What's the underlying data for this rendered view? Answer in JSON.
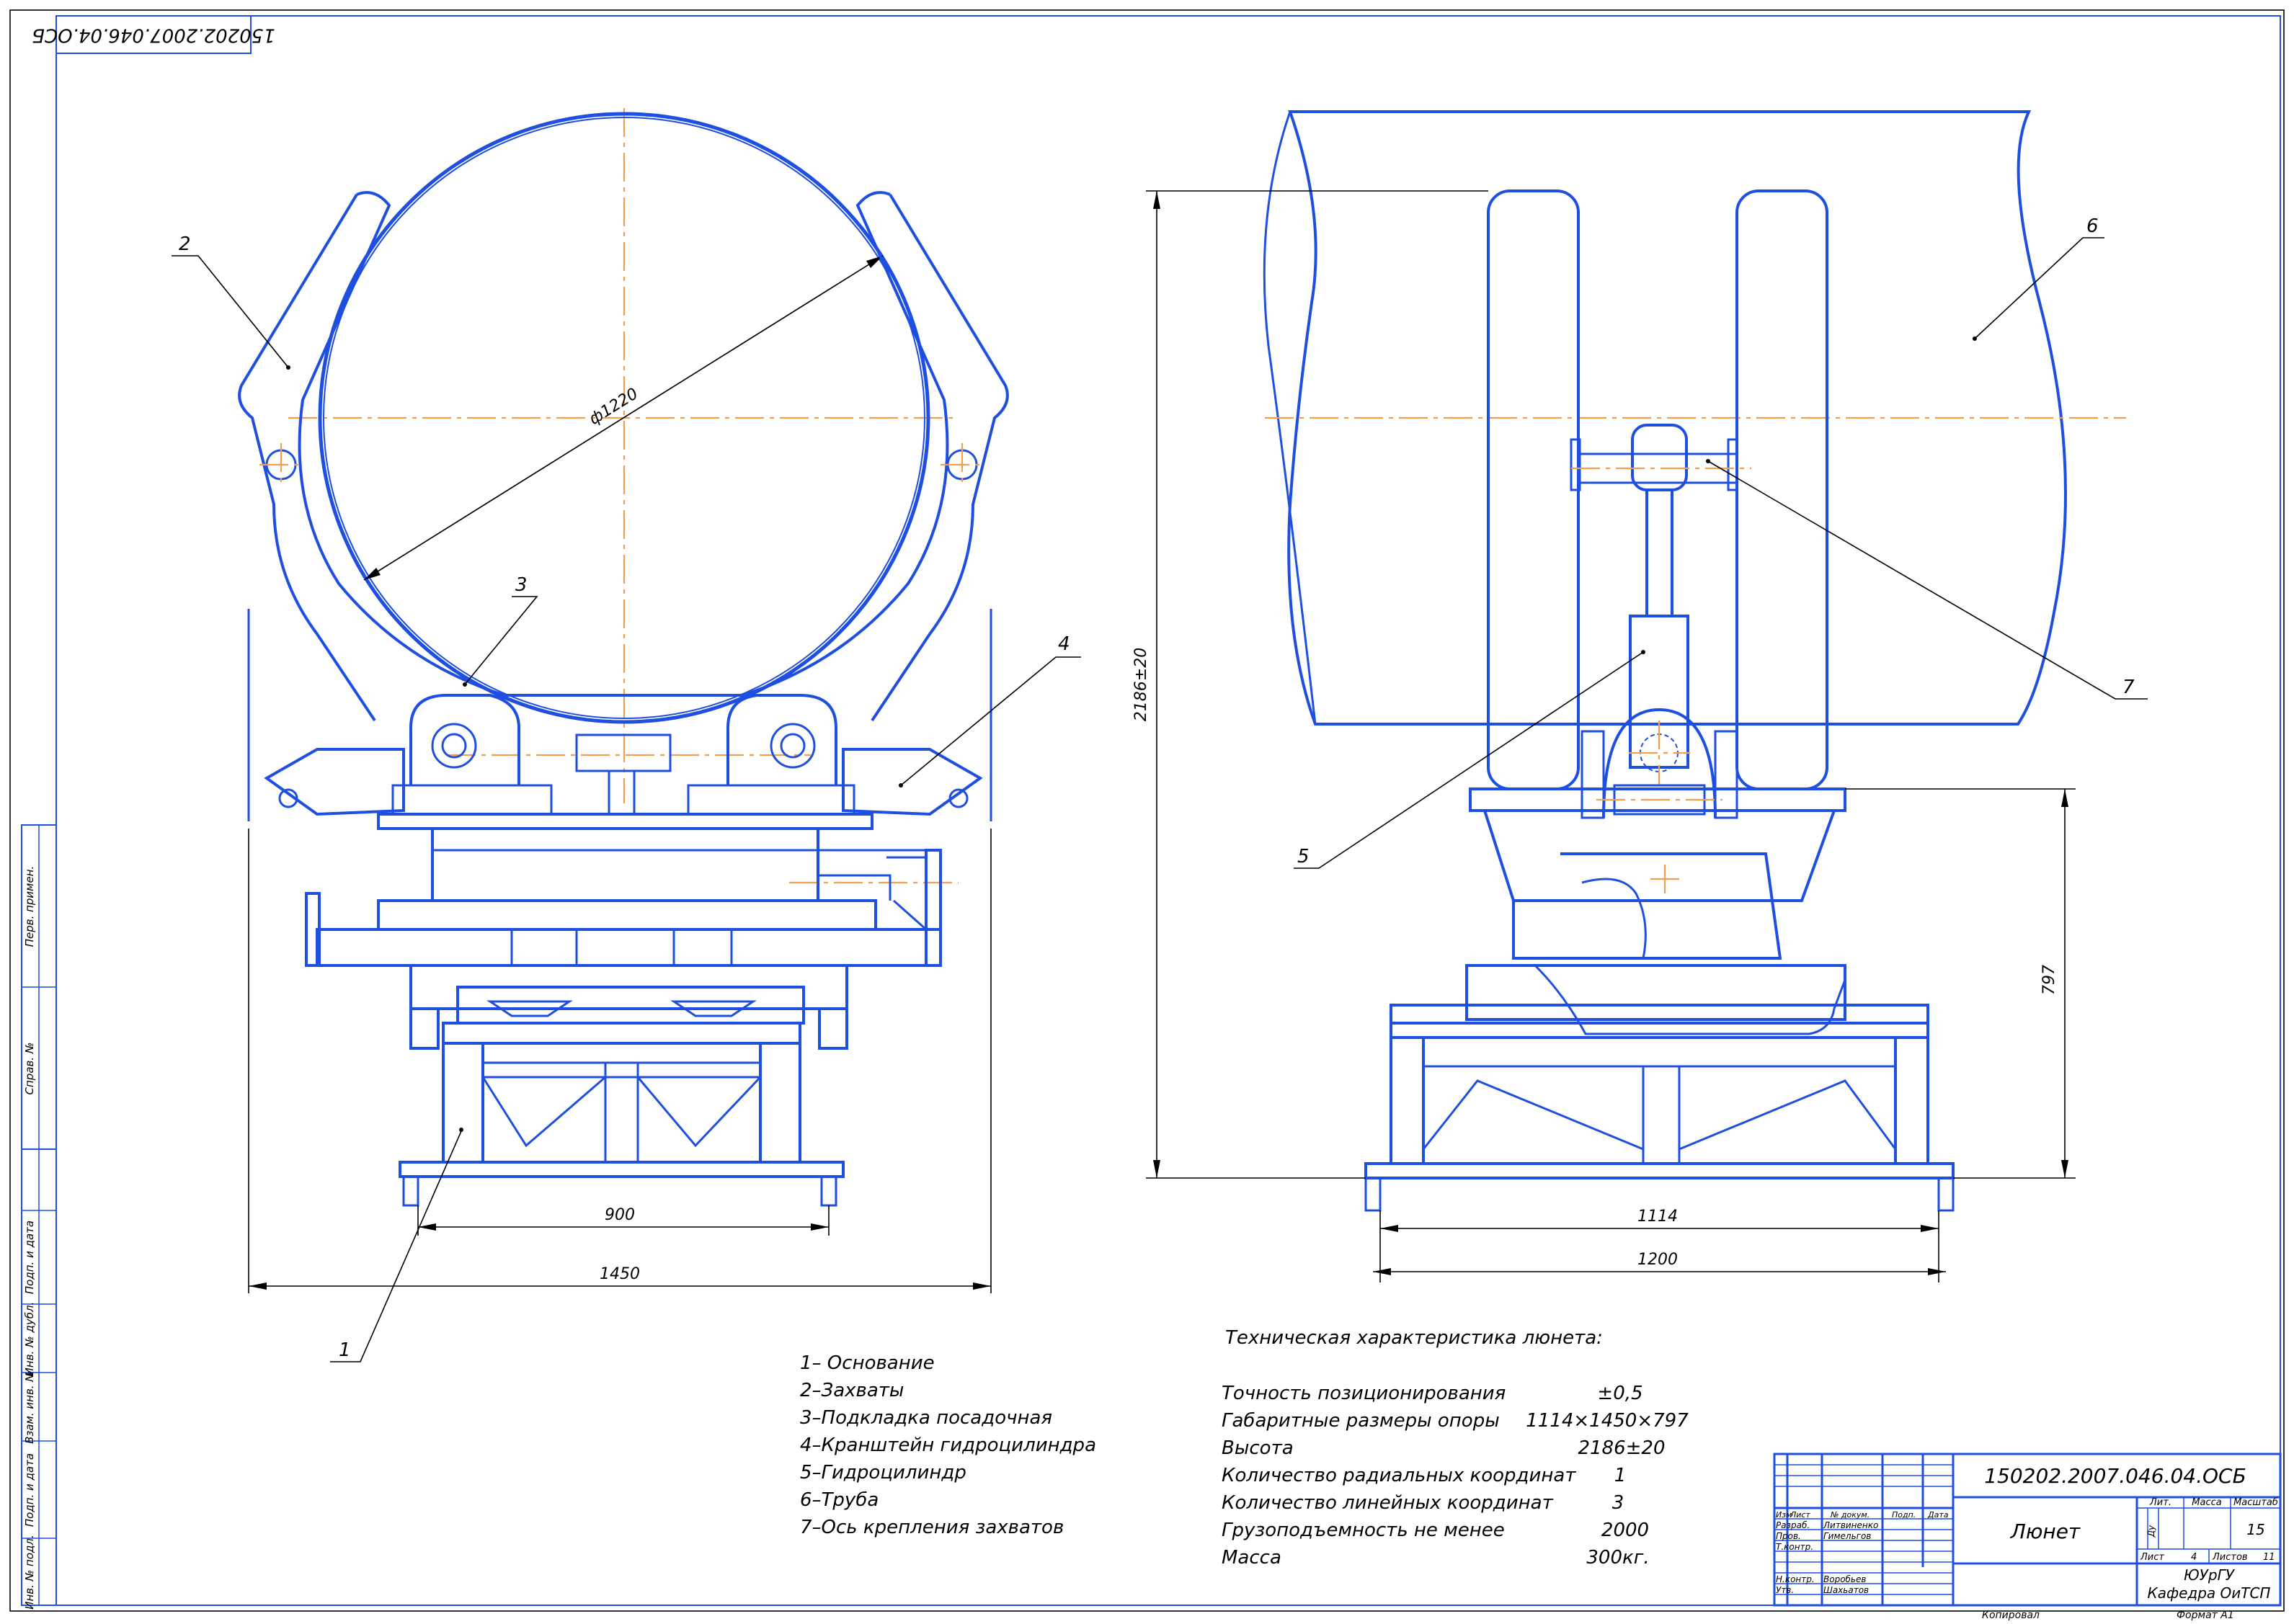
{
  "stamp_top": "150202.2007.046.04.ОСБ",
  "dimensions": {
    "diameter": "ф1220",
    "width_front": "1450",
    "rail_front": "900",
    "height": "2186±20",
    "side_height": "797",
    "side_inner": "1114",
    "side_outer": "1200"
  },
  "callouts": [
    "1",
    "2",
    "3",
    "4",
    "5",
    "6",
    "7"
  ],
  "legend": [
    "1– Основание",
    "2–Захваты",
    "3–Подкладка посадочная",
    "4–Кранштейн гидроцилиндра",
    "5–Гидроцилиндр",
    "6–Труба",
    "7–Ось крепления захватов"
  ],
  "specs": {
    "title": "Техническая характеристика люнета:",
    "rows": [
      {
        "label": "Точность позиционирования",
        "value": "±0,5"
      },
      {
        "label": "Габаритные размеры опоры",
        "value": "1114×1450×797"
      },
      {
        "label": "Высота",
        "value": "2186±20"
      },
      {
        "label": "Количество радиальных координат",
        "value": "1"
      },
      {
        "label": "Количество линейных координат",
        "value": "3"
      },
      {
        "label": "Грузоподъемность не менее",
        "value": "2000"
      },
      {
        "label": "Масса",
        "value": "300кг."
      }
    ]
  },
  "title_block": {
    "code": "150202.2007.046.04.ОСБ",
    "name": "Люнет",
    "col_lit": "Лит.",
    "col_mass": "Масса",
    "col_scale": "Масштаб",
    "scale": "15",
    "sheet_label": "Лист",
    "sheet_no": "4",
    "sheets_label": "Листов",
    "sheets_total": "11",
    "org1": "ЮУрГУ",
    "org2": "Кафедра ОиТСП",
    "header_row": [
      "Изм",
      "Лист",
      "№ докум.",
      "Подп.",
      "Дата"
    ],
    "roles": [
      {
        "role": "Разраб.",
        "name": "Литвиненко"
      },
      {
        "role": "Пров.",
        "name": "Гимельгов"
      },
      {
        "role": "Т.контр.",
        "name": ""
      },
      {
        "role": "Н.контр.",
        "name": "Воробьев"
      },
      {
        "role": "Утв.",
        "name": "Шахьатов"
      }
    ],
    "lit_mark": "Ду",
    "copied": "Копировал",
    "format": "Формат А1"
  },
  "left_strip": [
    "Перв. примен.",
    "Справ. №",
    "Подп. и дата",
    "Инв. № дубл.",
    "Взам. инв. №",
    "Подп. и дата",
    "Инв. № подл."
  ]
}
